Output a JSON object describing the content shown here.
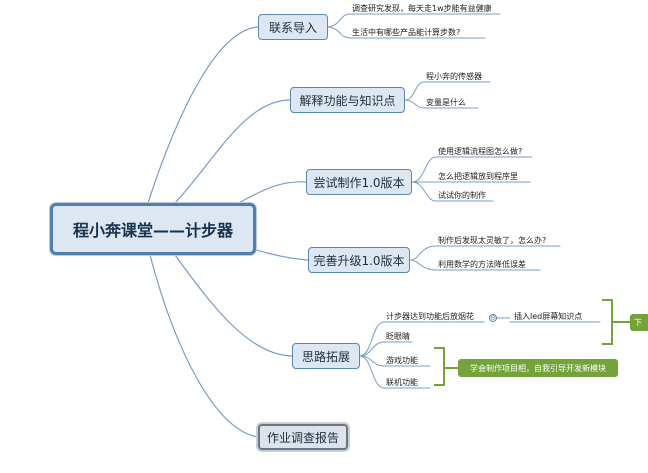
{
  "mindmap": {
    "root": "程小奔课堂——计步器",
    "branches": [
      {
        "label": "联系导入",
        "children": [
          "调查研究发现，每天走1w步能有益健康",
          "生活中有哪些产品能计算步数?"
        ]
      },
      {
        "label": "解释功能与知识点",
        "children": [
          "程小奔的传感器",
          "变量是什么"
        ]
      },
      {
        "label": "尝试制作1.0版本",
        "children": [
          "使用逻辑流程图怎么做?",
          "怎么把逻辑放到程序里",
          "试试你的制作"
        ]
      },
      {
        "label": "完善升级1.0版本",
        "children": [
          "制作后发现太灵敏了，怎么办?",
          "利用数学的方法降低误差"
        ]
      },
      {
        "label": "思路拓展",
        "children": [
          "计步器达到功能后放烟花",
          "眨眼睛",
          "游戏功能",
          "联机功能"
        ],
        "sub_child": "插入led屏幕知识点",
        "collapse_symbol": "⊖"
      },
      {
        "label": "作业调查报告",
        "children": []
      }
    ],
    "summaries": {
      "edge_label": "下",
      "project_label": "学会制作项目相，自我引导开发新模块"
    }
  },
  "colors": {
    "accent_blue": "#4d7fb3",
    "branch_fill": "#dce7f2",
    "connector": "#7a9cc4",
    "summary_green": "#74a33a"
  }
}
